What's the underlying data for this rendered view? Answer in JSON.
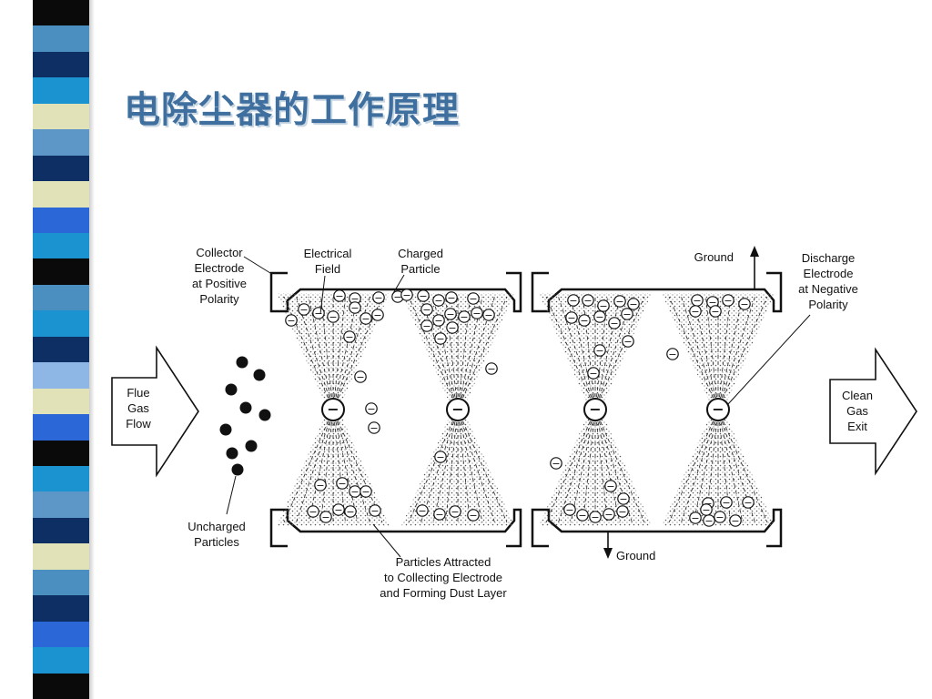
{
  "slide": {
    "title": "电除尘器的工作原理",
    "colors": {
      "title": "#3f6f9e",
      "title_shadow": "#c9d7e3"
    }
  },
  "sidebar": {
    "colors": [
      "#0a0a0a",
      "#4b8fc1",
      "#0d2f63",
      "#1c93d1",
      "#e2e2b8",
      "#5d97c7",
      "#0d2f63",
      "#e2e2b8",
      "#2c67d8",
      "#1c93d1",
      "#0a0a0a",
      "#4b8fc1",
      "#1c93d1",
      "#0d2f63",
      "#8fb7e6",
      "#e2e2b8",
      "#2c67d8",
      "#0a0a0a",
      "#1c93d1",
      "#5d97c7",
      "#0d2f63",
      "#e2e2b8",
      "#4b8fc1",
      "#0d2f63",
      "#2c67d8",
      "#1c93d1",
      "#0a0a0a"
    ]
  },
  "diagram": {
    "labels": {
      "collector": [
        "Collector",
        "Electrode",
        "at Positive",
        "Polarity"
      ],
      "field": [
        "Electrical",
        "Field"
      ],
      "charged": [
        "Charged",
        "Particle"
      ],
      "ground_top": "Ground",
      "discharge": [
        "Discharge",
        "Electrode",
        "at Negative",
        "Polarity"
      ],
      "flue": [
        "Flue",
        "Gas",
        "Flow"
      ],
      "clean": [
        "Clean",
        "Gas",
        "Exit"
      ],
      "uncharged": [
        "Uncharged",
        "Particles"
      ],
      "attracted": [
        "Particles Attracted",
        "to Collecting Electrode",
        "and Forming Dust Layer"
      ],
      "ground_bottom": "Ground"
    },
    "particle_sign": "−",
    "wire_sign": "−"
  }
}
